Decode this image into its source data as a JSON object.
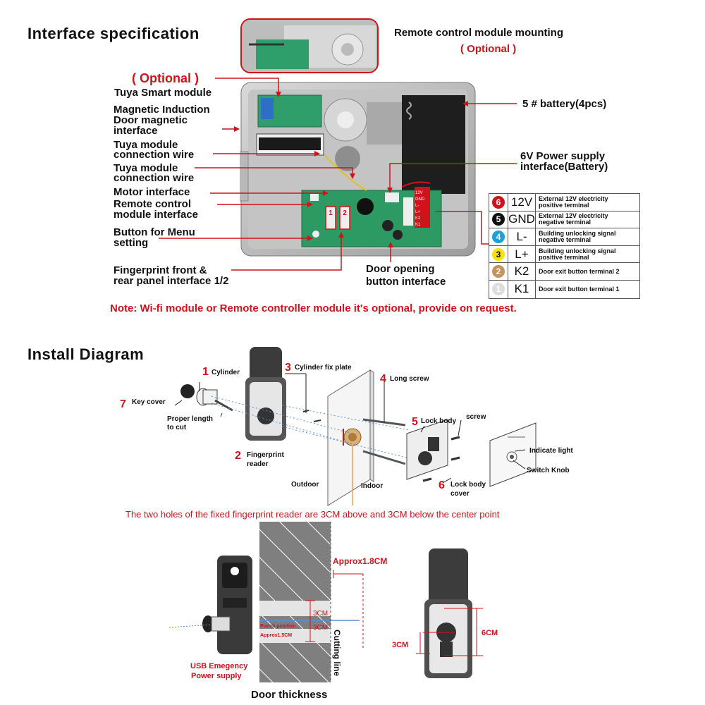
{
  "interface": {
    "title": "Interface specification",
    "remote_mount": {
      "title": "Remote control module mounting",
      "optional": "( Optional )"
    },
    "optional_top": "( Optional )",
    "labels": {
      "tuya_smart": "Tuya Smart module",
      "magnetic_1": "Magnetic Induction",
      "magnetic_2": "Door magnetic",
      "magnetic_3": "interface",
      "tuya_wire1_1": "Tuya module",
      "tuya_wire1_2": "connection wire",
      "tuya_wire2_1": "Tuya module",
      "tuya_wire2_2": "connection wire",
      "motor": "Motor interface",
      "remote_1": "Remote control",
      "remote_2": "module interface",
      "button_1": "Button for Menu",
      "button_2": "setting",
      "finger_1": "Fingerprint front &",
      "finger_2": "rear panel interface 1/2",
      "door_open_1": "Door opening",
      "door_open_2": "button interface",
      "battery": "5 # battery(4pcs)",
      "power_1": "6V Power supply",
      "power_2": "interface(Battery)"
    },
    "board_terminal_labels": [
      "12V",
      "GND",
      "L-",
      "L+",
      "K2",
      "K1"
    ],
    "board_port_numbers": [
      "1",
      "2"
    ],
    "terminals": [
      {
        "num": "6",
        "code": "12V",
        "desc1": "External 12V electricity",
        "desc2": "positive terminal",
        "color": "#d0121b",
        "text_color": "#ffffff"
      },
      {
        "num": "5",
        "code": "GND",
        "desc1": "External 12V electricity",
        "desc2": "negative terminal",
        "color": "#111111",
        "text_color": "#ffffff"
      },
      {
        "num": "4",
        "code": "L-",
        "desc1": "Building unlocking signal",
        "desc2": "negative terminal",
        "color": "#1ca0dc",
        "text_color": "#ffffff"
      },
      {
        "num": "3",
        "code": "L+",
        "desc1": "Building unlocking signal",
        "desc2": "positive terminal",
        "color": "#f5e400",
        "text_color": "#111111"
      },
      {
        "num": "2",
        "code": "K2",
        "desc1": "Door exit button terminal 2",
        "desc2": "",
        "color": "#c8935a",
        "text_color": "#ffffff"
      },
      {
        "num": "1",
        "code": "K1",
        "desc1": "Door exit button terminal 1",
        "desc2": "",
        "color": "#dddddd",
        "text_color": "#ffffff"
      }
    ],
    "note": "Note: Wi-fi module or Remote controller module it's optional, provide on request."
  },
  "install": {
    "title": "Install Diagram",
    "parts": {
      "p1_num": "1",
      "p1": "Cylinder",
      "p2_num": "2",
      "p2_1": "Fingerprint",
      "p2_2": "reader",
      "p3_num": "3",
      "p3": "Cylinder fix plate",
      "p4_num": "4",
      "p4": "Long screw",
      "p5_num": "5",
      "p5": "Lock body",
      "p6_num": "6",
      "p6_1": "Lock body",
      "p6_2": "cover",
      "p7_num": "7",
      "p7": "Key cover",
      "proper_1": "Proper length",
      "proper_2": "to cut",
      "screw": "screw",
      "indicate": "Indicate light",
      "switch": "Switch Knob",
      "outdoor": "Outdoor",
      "indoor": "Indoor"
    },
    "holes_note": "The two holes of  the fixed fingerprint reader are 3CM above and 3CM below the center point",
    "dims": {
      "approx18": "Approx1.8CM",
      "cm3_a": "3CM",
      "cm3_b": "3CM",
      "punch": "Punch position",
      "approx15": "Approx1.5CM",
      "cutting": "Cutting line",
      "door_thickness": "Door thickness",
      "usb_1": "USB Emegency",
      "usb_2": "Power supply",
      "right_3cm": "3CM",
      "right_6cm": "6CM"
    }
  }
}
